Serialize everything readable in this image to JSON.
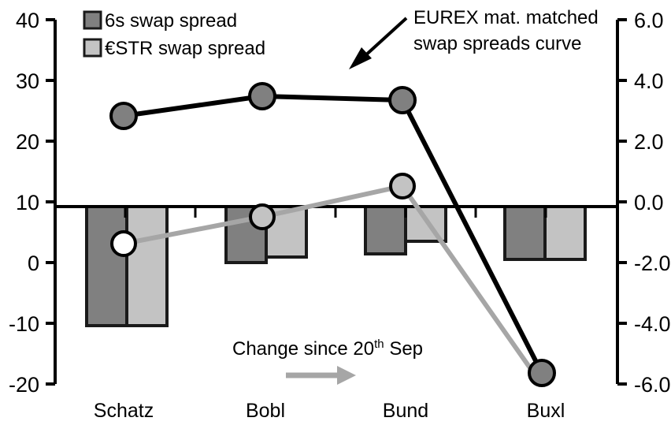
{
  "chart_data": {
    "type": "bar",
    "title": "",
    "xlabel": "",
    "ylabel": "",
    "categories": [
      "Schatz",
      "Bobl",
      "Bund",
      "Buxl"
    ],
    "grid": false,
    "legend_position": "top-left",
    "left_axis": {
      "label": "",
      "ticks": [
        "40",
        "30",
        "20",
        "10",
        "0",
        "-10",
        "-20"
      ],
      "tick_values": [
        40,
        30,
        20,
        10,
        0,
        -10,
        -20
      ],
      "ylim": [
        -20,
        40
      ],
      "applies_to": "line series"
    },
    "right_axis": {
      "label": "",
      "ticks": [
        "6.0",
        "4.0",
        "2.0",
        "0.0",
        "-2.0",
        "-4.0",
        "-6.0"
      ],
      "tick_values": [
        6.0,
        4.0,
        2.0,
        0.0,
        -2.0,
        -4.0,
        -6.0
      ],
      "ylim": [
        -6.0,
        6.0
      ],
      "applies_to": "bar series"
    },
    "series": [
      {
        "name": "6s swap spread",
        "kind": "bar",
        "axis": "right",
        "color": "#808080",
        "values": [
          -4.1,
          -1.9,
          -1.45,
          -1.85
        ]
      },
      {
        "name": "€STR swap spread",
        "kind": "bar",
        "axis": "right",
        "color": "#c3c3c3",
        "values": [
          -4.1,
          -1.75,
          -1.15,
          -1.75
        ]
      },
      {
        "name": "EUREX mat. matched swap spreads curve",
        "kind": "line",
        "axis": "left",
        "color": "#000000",
        "marker_fill": "#808080",
        "values": [
          24.6,
          27.9,
          27.3,
          -18.0
        ]
      },
      {
        "name": "Change since 20th Sep",
        "kind": "line",
        "axis": "left",
        "color": "#a6a6a6",
        "marker_fill": "#c3c3c3",
        "values": [
          6.1,
          10.5,
          12.7,
          -19.5
        ]
      }
    ],
    "annotations": [
      {
        "name": "eurex-curve-annotation",
        "line1": "EUREX mat. matched",
        "line2": "swap spreads curve",
        "arrow": "diagonal-down-left-arrow"
      },
      {
        "name": "change-since-annotation",
        "text_pre": "Change since 20",
        "text_sup": "th",
        "text_post": " Sep",
        "arrow": "right-arrow"
      }
    ]
  },
  "legend": {
    "items": [
      {
        "label": "6s swap spread",
        "swatch": "#808080",
        "icon": "square-swatch-icon"
      },
      {
        "label": "€STR swap spread",
        "swatch": "#c3c3c3",
        "icon": "square-swatch-icon"
      }
    ]
  },
  "colors": {
    "dark_bar": "#808080",
    "light_bar": "#c3c3c3",
    "black_line": "#000000",
    "gray_line": "#a6a6a6",
    "axis": "#000000",
    "background": "#ffffff"
  }
}
